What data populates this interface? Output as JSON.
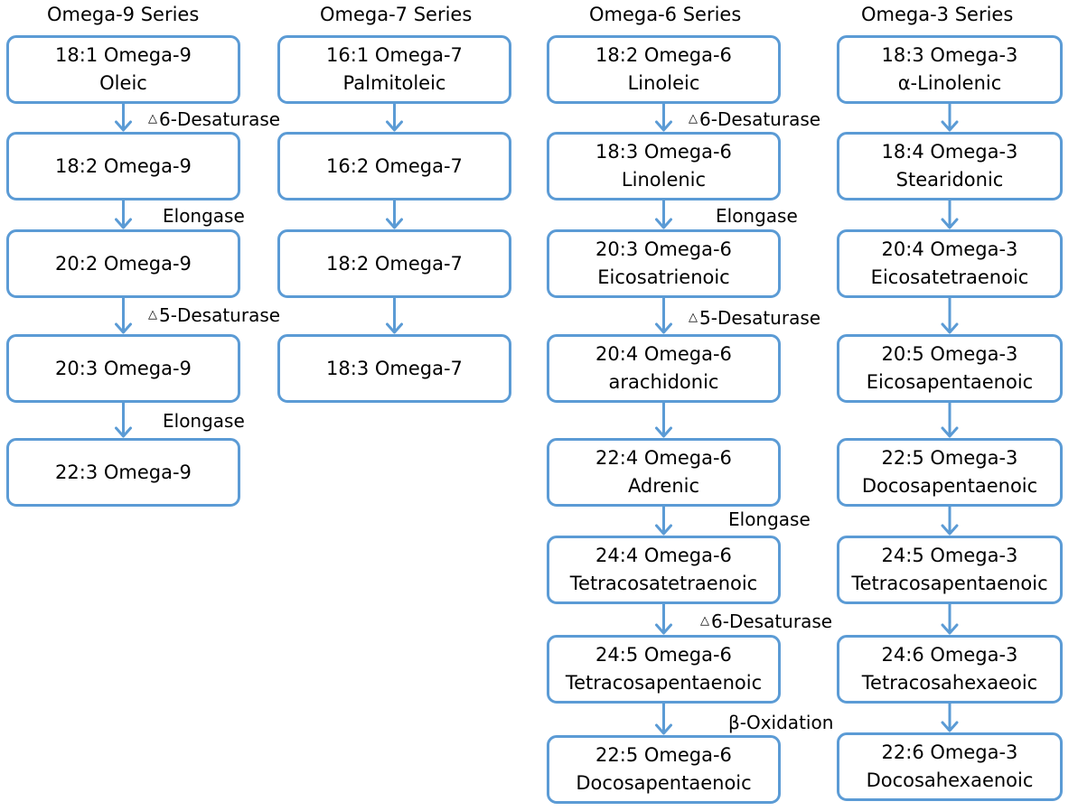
{
  "titles": {
    "o9": "Omega-9 Series",
    "o7": "Omega-7 Series",
    "o6": "Omega-6 Series",
    "o3": "Omega-3 Series"
  },
  "omega9": [
    {
      "code": "18:1 Omega-9",
      "name": "Oleic"
    },
    {
      "code": "18:2 Omega-9",
      "name": ""
    },
    {
      "code": "20:2 Omega-9",
      "name": ""
    },
    {
      "code": "20:3 Omega-9",
      "name": ""
    },
    {
      "code": "22:3 Omega-9",
      "name": ""
    }
  ],
  "omega7": [
    {
      "code": "16:1 Omega-7",
      "name": "Palmitoleic"
    },
    {
      "code": "16:2 Omega-7",
      "name": ""
    },
    {
      "code": "18:2 Omega-7",
      "name": ""
    },
    {
      "code": "18:3 Omega-7",
      "name": ""
    }
  ],
  "omega6": [
    {
      "code": "18:2 Omega-6",
      "name": "Linoleic"
    },
    {
      "code": "18:3 Omega-6",
      "name": "Linolenic"
    },
    {
      "code": "20:3 Omega-6",
      "name": "Eicosatrienoic"
    },
    {
      "code": "20:4 Omega-6",
      "name": "arachidonic"
    },
    {
      "code": "22:4 Omega-6",
      "name": "Adrenic"
    },
    {
      "code": "24:4 Omega-6",
      "name": "Tetracosatetraenoic"
    },
    {
      "code": "24:5 Omega-6",
      "name": "Tetracosapentaenoic"
    },
    {
      "code": "22:5 Omega-6",
      "name": "Docosapentaenoic"
    }
  ],
  "omega3": [
    {
      "code": "18:3 Omega-3",
      "name": "α-Linolenic"
    },
    {
      "code": "18:4 Omega-3",
      "name": "Stearidonic"
    },
    {
      "code": "20:4 Omega-3",
      "name": "Eicosatetraenoic"
    },
    {
      "code": "20:5 Omega-3",
      "name": "Eicosapentaenoic"
    },
    {
      "code": "22:5 Omega-3",
      "name": "Docosapentaenoic"
    },
    {
      "code": "24:5 Omega-3",
      "name": "Tetracosapentaenoic"
    },
    {
      "code": "24:6 Omega-3",
      "name": "Tetracosahexaeoic"
    },
    {
      "code": "22:6 Omega-3",
      "name": "Docosahexaenoic"
    }
  ],
  "enzymes": {
    "d6": "6-Desaturase",
    "elong": "Elongase",
    "d5": "5-Desaturase",
    "beta": "β-Oxidation",
    "delta_symbol": "△"
  },
  "colors": {
    "accent": "#5b9bd5"
  }
}
